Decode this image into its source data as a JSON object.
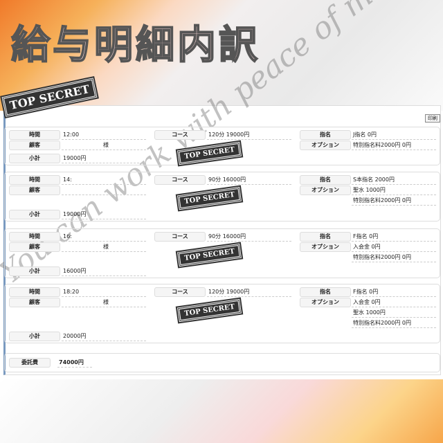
{
  "header": {
    "title": "給与明細内訳",
    "watermark": "You can work with peace of mind!",
    "stamp": "TOP SECRET"
  },
  "print_label": "印刷",
  "labels": {
    "time": "時間",
    "customer": "顧客",
    "subtotal": "小計",
    "course": "コース",
    "nomination": "指名",
    "option": "オプション",
    "commission": "委託費"
  },
  "records": [
    {
      "time": "12:00",
      "customer": "様",
      "subtotal": "19000円",
      "course": "120分 19000円",
      "nomination": "J指名 0円",
      "options": [
        "特別指名料2000円 0円"
      ]
    },
    {
      "time": "14:",
      "customer": "",
      "subtotal": "19000円",
      "course": "90分 16000円",
      "nomination": "S本指名 2000円",
      "options": [
        "聖水 1000円",
        "特別指名料2000円 0円"
      ]
    },
    {
      "time": "16:",
      "customer": "様",
      "subtotal": "16000円",
      "course": "90分 16000円",
      "nomination": "F指名 0円",
      "options": [
        "入会金 0円",
        "特別指名料2000円 0円"
      ]
    },
    {
      "time": "18:20",
      "customer": "様",
      "subtotal": "20000円",
      "course": "120分 19000円",
      "nomination": "F指名 0円",
      "options": [
        "入会金 0円",
        "聖水 1000円",
        "特別指名料2000円 0円"
      ]
    }
  ],
  "total": "74000円"
}
